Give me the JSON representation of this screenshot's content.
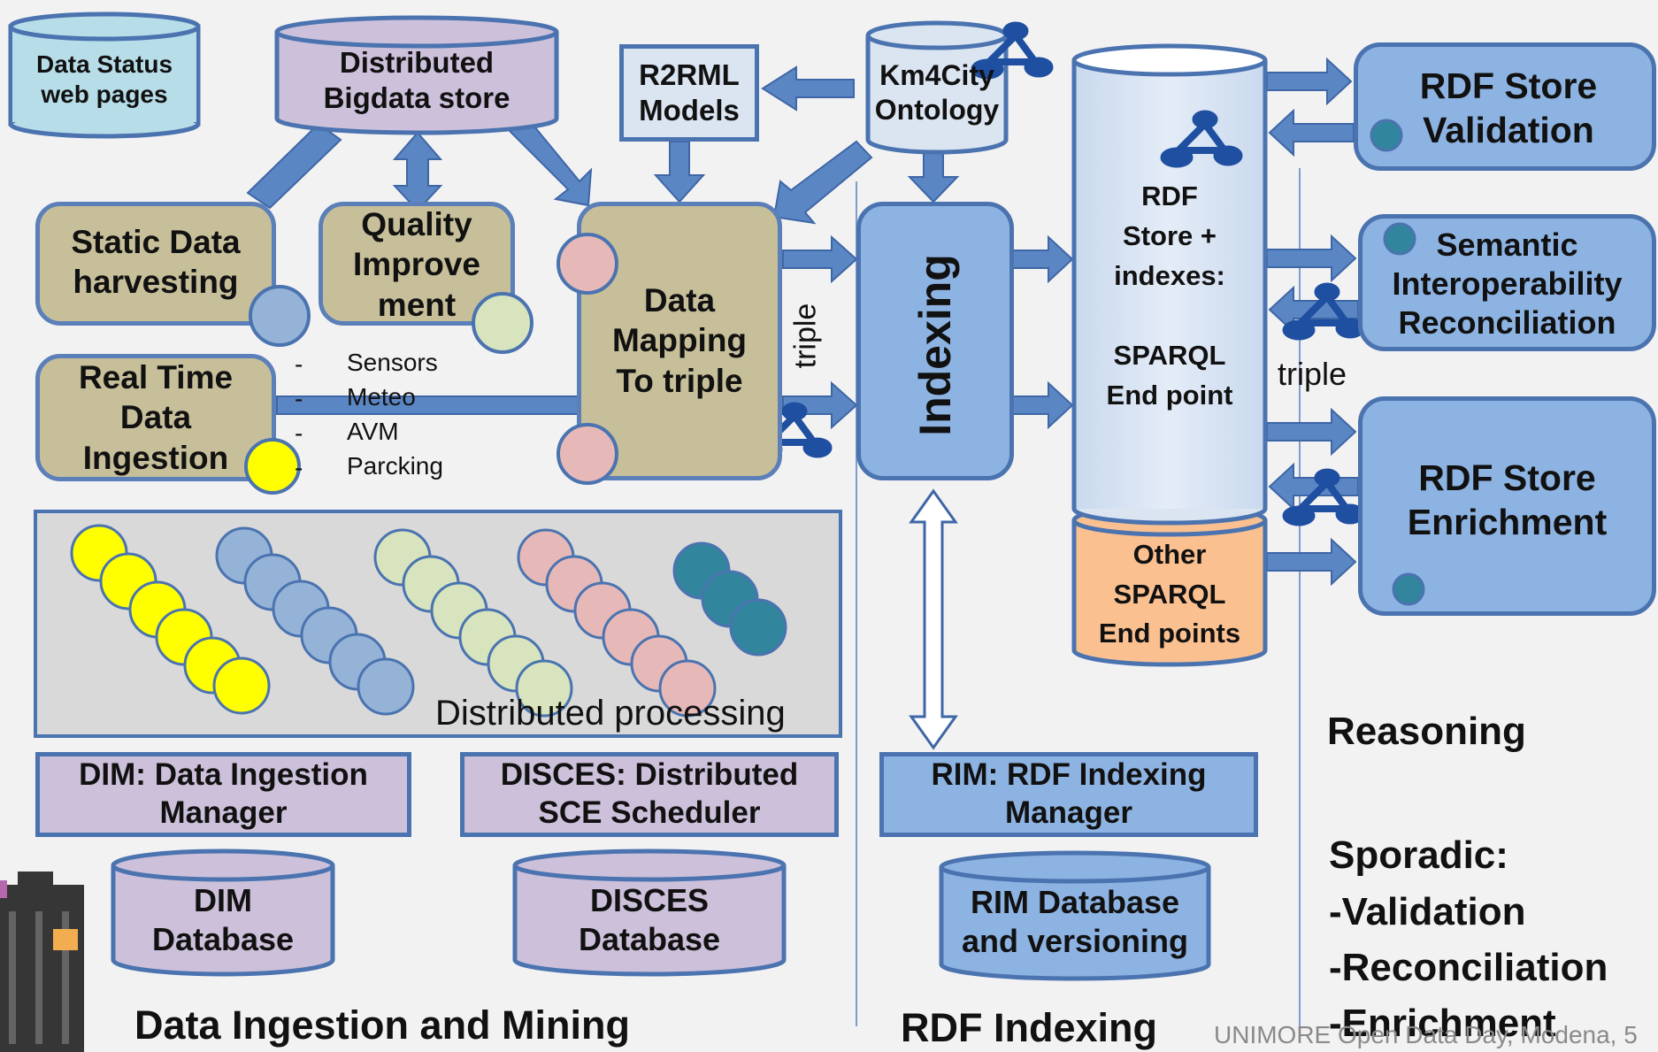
{
  "colors": {
    "background": "#f2f2f2",
    "tan_process": "#c7bf9a",
    "blue_process": "#8db3e2",
    "lilac_store": "#ccc0da",
    "light_blue": "#dbe5f1",
    "cyan_store": "#b7dde8",
    "orange_store": "#fac090",
    "arrow": "#5b86c4",
    "yellow": "#ffff00",
    "pink": "#e6b9b8",
    "green": "#d7e4bd",
    "teal": "#31859c"
  },
  "stores": {
    "data_status": "Data Status\nweb pages",
    "bigdata": "Distributed\nBigdata store",
    "r2rml": "R2RML\nModels",
    "km4city": "Km4City\nOntology",
    "rdf_store": "RDF\nStore +\nindexes:\n\nSPARQL\nEnd point",
    "other_sparql": "Other\nSPARQL\nEnd points",
    "dim_db": "DIM\nDatabase",
    "disces_db": "DISCES\nDatabase",
    "rim_db": "RIM Database\nand versioning"
  },
  "processes": {
    "static_harvesting": "Static Data\nharvesting",
    "quality": "Quality\nImprove\nment",
    "realtime": "Real Time\nData\nIngestion",
    "data_mapping": "Data\nMapping\nTo triple",
    "indexing": "Indexing"
  },
  "sources_list": [
    "Sensors",
    "Meteo",
    "AVM",
    "Parcking"
  ],
  "list_bullet": "-",
  "triple_label": "triple",
  "distributed_processing": "Distributed processing",
  "managers": {
    "dim": "DIM: Data Ingestion\nManager",
    "disces": "DISCES: Distributed\nSCE Scheduler",
    "rim": "RIM: RDF Indexing\nManager"
  },
  "rdf_tasks": {
    "validation": "RDF Store\nValidation",
    "interop": "Semantic\nInteroperability\nReconciliation",
    "enrichment": "RDF Store\nEnrichment"
  },
  "reasoning": {
    "title": "Reasoning",
    "sporadic": "Sporadic:",
    "items": [
      "-Validation",
      "-Reconciliation",
      "-Enrichment"
    ]
  },
  "sections": {
    "ingestion": "Data Ingestion and Mining",
    "indexing": "RDF Indexing"
  },
  "footer": "UNIMORE Open Data Day, Modena, 5"
}
